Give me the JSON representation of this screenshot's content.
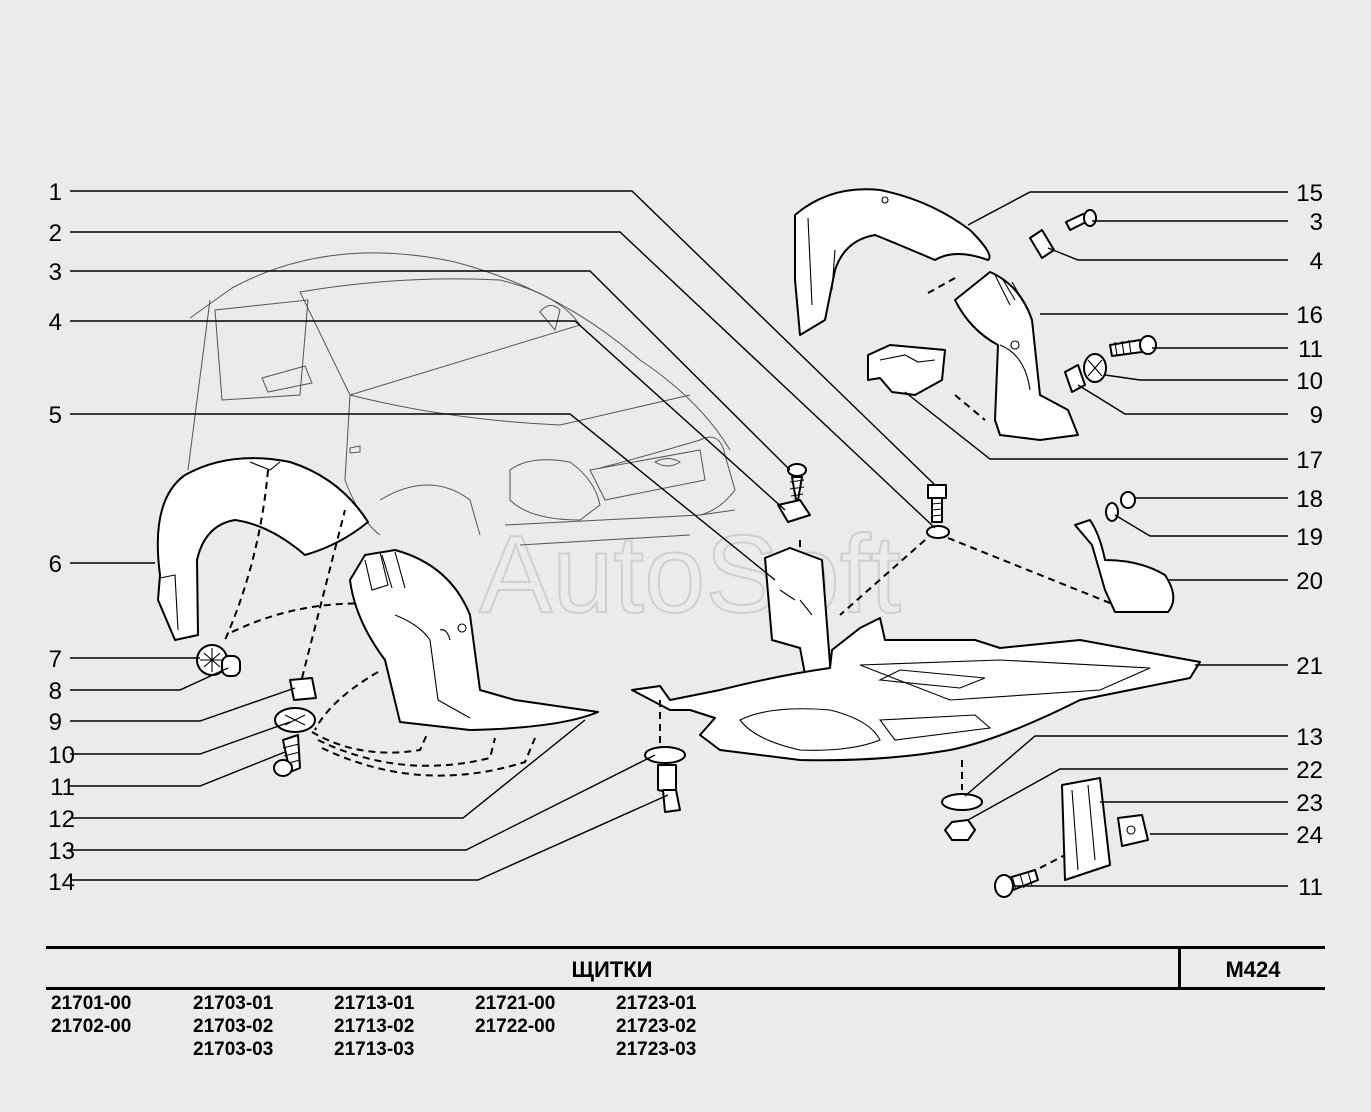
{
  "watermark": "AutoSoft",
  "title": "ЩИТКИ",
  "sheet_code": "M424",
  "callouts_left": [
    "1",
    "2",
    "3",
    "4",
    "5",
    "6",
    "7",
    "8",
    "9",
    "10",
    "11",
    "12",
    "13",
    "14"
  ],
  "callouts_right": [
    "15",
    "3",
    "4",
    "16",
    "11",
    "10",
    "9",
    "17",
    "18",
    "19",
    "20",
    "21",
    "13",
    "22",
    "23",
    "24",
    "11"
  ],
  "model_columns": [
    [
      "21701-00",
      "21702-00"
    ],
    [
      "21703-01",
      "21703-02",
      "21703-03"
    ],
    [
      "21713-01",
      "21713-02",
      "21713-03"
    ],
    [
      "21721-00",
      "21722-00"
    ],
    [
      "21723-01",
      "21723-02",
      "21723-03"
    ]
  ]
}
